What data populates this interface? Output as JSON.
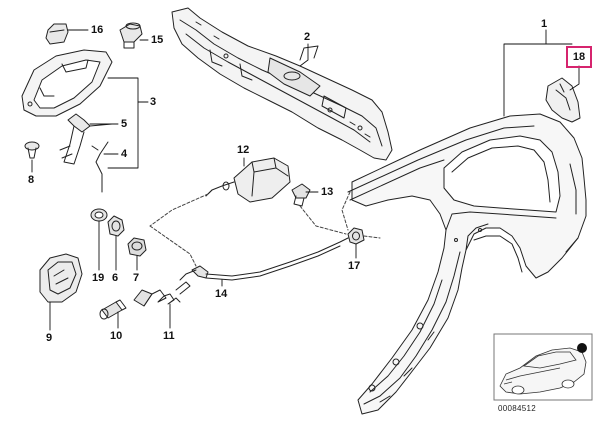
{
  "diagram": {
    "callouts": [
      {
        "id": "callout-1",
        "label": "1"
      },
      {
        "id": "callout-2",
        "label": "2"
      },
      {
        "id": "callout-3",
        "label": "3"
      },
      {
        "id": "callout-4",
        "label": "4"
      },
      {
        "id": "callout-5",
        "label": "5"
      },
      {
        "id": "callout-6",
        "label": "6"
      },
      {
        "id": "callout-7",
        "label": "7"
      },
      {
        "id": "callout-8",
        "label": "8"
      },
      {
        "id": "callout-9",
        "label": "9"
      },
      {
        "id": "callout-10",
        "label": "10"
      },
      {
        "id": "callout-11",
        "label": "11"
      },
      {
        "id": "callout-12",
        "label": "12"
      },
      {
        "id": "callout-13",
        "label": "13"
      },
      {
        "id": "callout-14",
        "label": "14"
      },
      {
        "id": "callout-15",
        "label": "15"
      },
      {
        "id": "callout-16",
        "label": "16"
      },
      {
        "id": "callout-17",
        "label": "17"
      },
      {
        "id": "callout-19",
        "label": "19"
      }
    ],
    "highlighted_callout": "18",
    "highlight_color": "#d6246e",
    "line_color": "#222222",
    "part_number": "00084512"
  }
}
